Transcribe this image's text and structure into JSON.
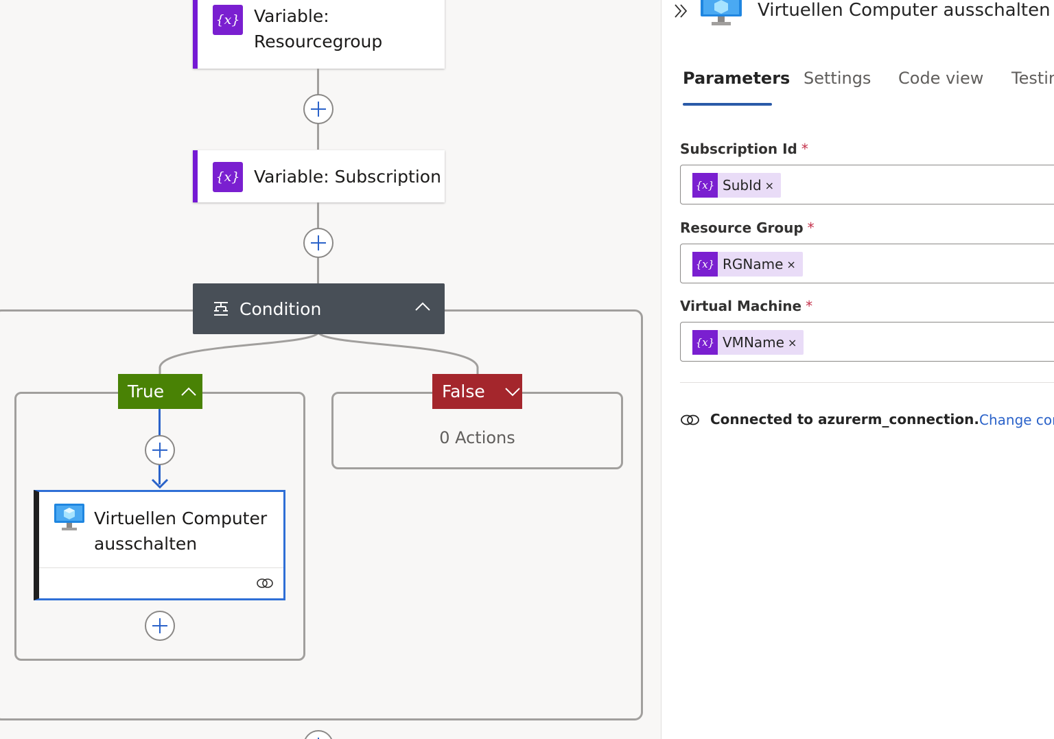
{
  "designer": {
    "variable_resourcegroup": {
      "icon": "variable-icon",
      "icon_glyph": "{x}",
      "title_line1": "Variable:",
      "title_line2": "Resourcegroup"
    },
    "variable_subscription": {
      "icon": "variable-icon",
      "icon_glyph": "{x}",
      "title": "Variable: Subscription"
    },
    "condition": {
      "title": "Condition",
      "icon": "condition-icon"
    },
    "true_branch": {
      "label": "True",
      "color": "#498205"
    },
    "false_branch": {
      "label": "False",
      "color": "#a4262c",
      "empty_text": "0 Actions"
    },
    "vm_action": {
      "title_line1": "Virtuellen Computer",
      "title_line2": "ausschalten",
      "icon": "virtual-machine-icon"
    }
  },
  "panel": {
    "title": "Virtuellen Computer ausschalten",
    "tabs": [
      {
        "label": "Parameters",
        "active": true
      },
      {
        "label": "Settings",
        "active": false
      },
      {
        "label": "Code view",
        "active": false
      },
      {
        "label": "Testin",
        "active": false
      }
    ],
    "fields": [
      {
        "label": "Subscription Id",
        "required": "*",
        "token_glyph": "{x}",
        "token": "SubId",
        "remove": "×"
      },
      {
        "label": "Resource Group",
        "required": "*",
        "token_glyph": "{x}",
        "token": "RGName",
        "remove": "×"
      },
      {
        "label": "Virtual Machine",
        "required": "*",
        "token_glyph": "{x}",
        "token": "VMName",
        "remove": "×"
      }
    ],
    "connection": {
      "text": "Connected to azurerm_connection.",
      "change_link": "Change cor"
    }
  },
  "colors": {
    "accent": "#2a5aa8",
    "variable": "#7a1fd0",
    "token_bg": "#e9dcf7",
    "condition_header": "#484f57"
  }
}
